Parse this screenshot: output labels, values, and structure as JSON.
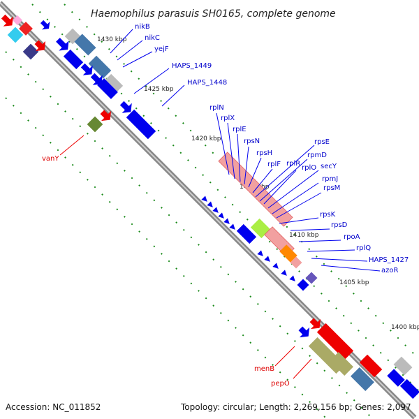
{
  "title": "Haemophilus parasuis SH0165, complete genome",
  "footer": {
    "accession": "Accession: NC_011852",
    "topology": "Topology: circular; Length: 2,269,156 bp; Genes: 2,097"
  },
  "kbp_ticks": [
    "1430 kbp",
    "1425 kbp",
    "1420 kbp",
    "1415 kbp",
    "1410 kbp",
    "1405 kbp",
    "1400 kbp"
  ],
  "gene_labels": {
    "blue": [
      "nikB",
      "nikC",
      "yejF",
      "HAPS_1449",
      "HAPS_1448",
      "rplN",
      "rplX",
      "rplE",
      "rpsN",
      "rpsH",
      "rplF",
      "rplR",
      "rpmD",
      "rplO",
      "secY",
      "rpsE",
      "rpmJ",
      "rpsM",
      "rpsK",
      "rpsD",
      "rpoA",
      "rplQ",
      "HAPS_1427",
      "azoR"
    ],
    "red": [
      "vanY",
      "menB",
      "pepO"
    ]
  },
  "colors": {
    "backbone": "#888888",
    "blue_gene": "#0000ee",
    "red_gene": "#ee0000",
    "ribosomal": "#f0a0a0",
    "green_dots": "#1a8a1a"
  }
}
